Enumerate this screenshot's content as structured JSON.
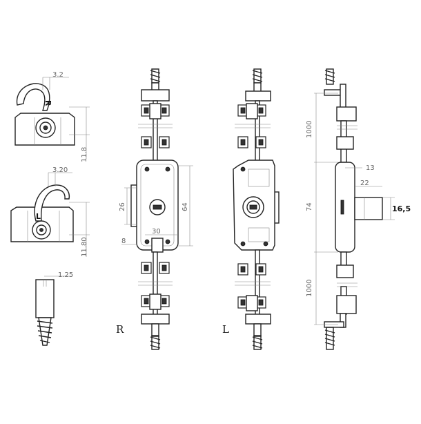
{
  "title": "",
  "labels": {
    "right_variant": "R",
    "left_variant": "L"
  },
  "hook_r": {
    "letter": "R",
    "width_dim": "3.2",
    "height_dim": "11.8"
  },
  "hook_l": {
    "letter": "L",
    "width_dim": "3.20",
    "height_dim": "11.80"
  },
  "screw": {
    "width_dim": "1.25"
  },
  "front_view": {
    "dim_height": "26",
    "dim_body_height": "64",
    "dim_width": "30",
    "dim_offset": "8"
  },
  "side_view": {
    "dim_top_rod": "1000",
    "dim_body": "74",
    "dim_bottom_rod": "1000",
    "dim_depth": "13",
    "dim_cylinder": "22",
    "dim_cylinder_dia": "16,5"
  }
}
